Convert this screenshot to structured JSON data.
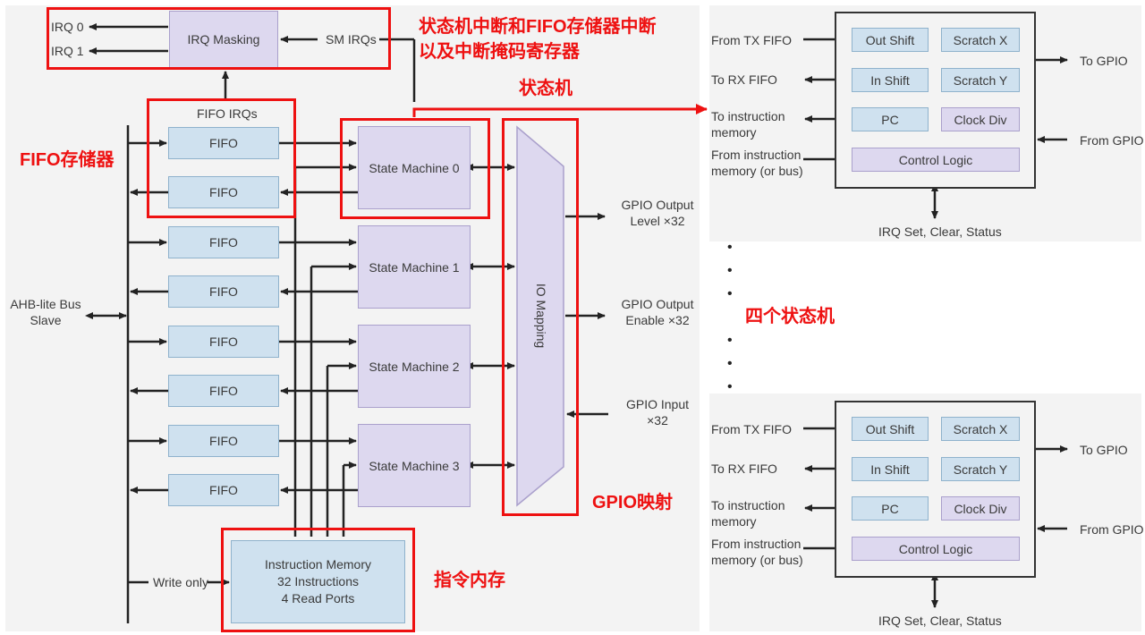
{
  "colors": {
    "box_blue": "#cfe1ef",
    "box_purple": "#ddd8ef",
    "annotation_red": "#ee1111",
    "panel_bg": "#f3f3f3"
  },
  "main": {
    "irq0": "IRQ 0",
    "irq1": "IRQ 1",
    "irq_masking": "IRQ Masking",
    "sm_irqs": "SM IRQs",
    "fifo_irqs": "FIFO IRQs",
    "fifo": "FIFO",
    "state_machines": [
      "State Machine 0",
      "State Machine 1",
      "State Machine 2",
      "State Machine 3"
    ],
    "io_mapping": "IO Mapping",
    "gpio_output_level": "GPIO Output\nLevel ×32",
    "gpio_output_enable": "GPIO Output\nEnable ×32",
    "gpio_input": "GPIO Input\n×32",
    "ahb": "AHB-lite Bus\nSlave",
    "write_only": "Write only",
    "instruction_memory": "Instruction Memory\n32 Instructions\n4 Read Ports"
  },
  "annotations": {
    "irq_note": "状态机中断和FIFO存储器中断\n以及中断掩码寄存器",
    "state_machine": "状态机",
    "fifo_storage": "FIFO存储器",
    "four_state_machines": "四个状态机",
    "gpio_mapping": "GPIO映射",
    "instruction_memory": "指令内存"
  },
  "detail": {
    "from_tx_fifo": "From TX FIFO",
    "to_rx_fifo": "To RX FIFO",
    "to_instruction_memory": "To instruction\nmemory",
    "from_instruction_memory": "From instruction\nmemory (or bus)",
    "out_shift": "Out Shift",
    "scratch_x": "Scratch X",
    "in_shift": "In Shift",
    "scratch_y": "Scratch Y",
    "pc": "PC",
    "clock_div": "Clock Div",
    "control_logic": "Control Logic",
    "to_gpio": "To GPIO",
    "from_gpio": "From GPIO",
    "irq_status": "IRQ Set, Clear, Status"
  }
}
